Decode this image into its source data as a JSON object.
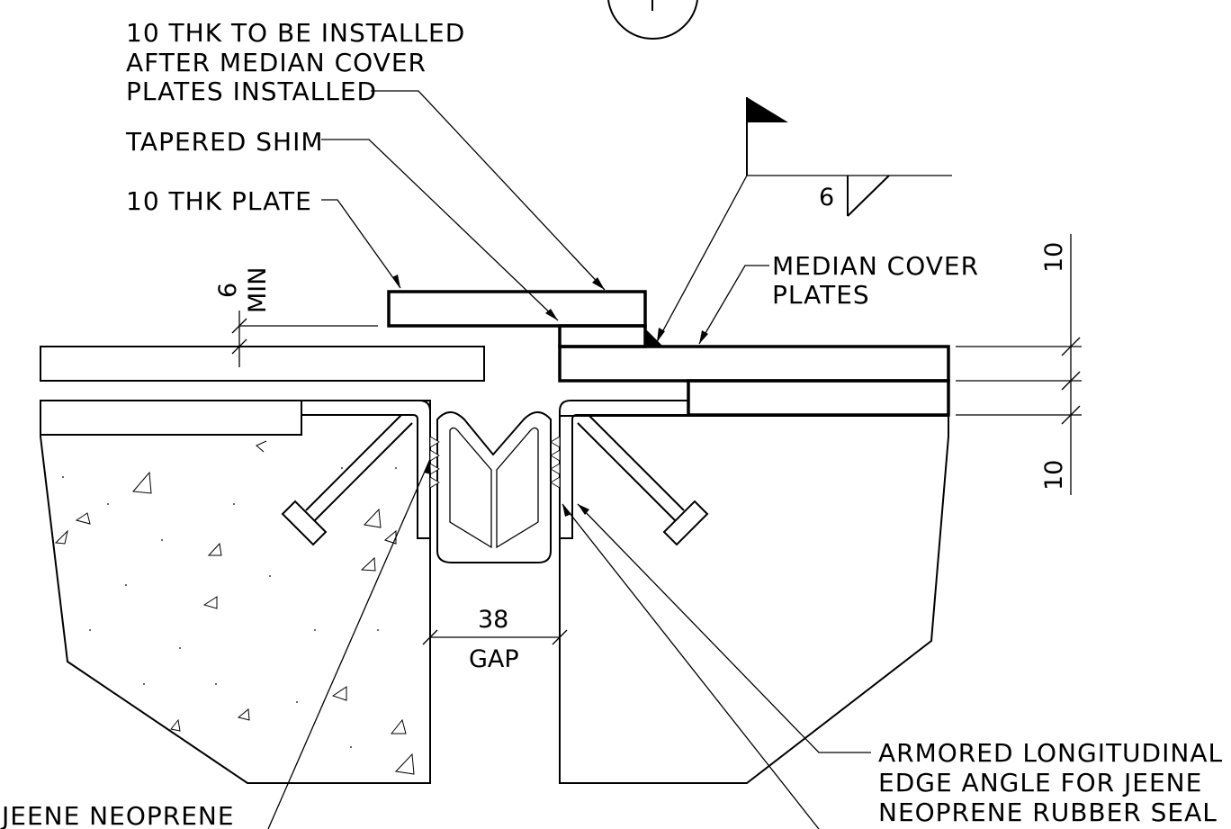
{
  "labels": {
    "note_10thk_line1": "10 THK TO BE INSTALLED",
    "note_10thk_line2": "AFTER MEDIAN COVER",
    "note_10thk_line3": "PLATES INSTALLED",
    "tapered_shim": "TAPERED SHIM",
    "plate_10thk": "10 THK PLATE",
    "median_cover_line1": "MEDIAN COVER",
    "median_cover_line2": "PLATES",
    "armored_line1": "ARMORED LONGITUDINAL",
    "armored_line2": "EDGE ANGLE FOR JEENE",
    "armored_line3": "NEOPRENE RUBBER SEAL",
    "jeene_neoprene": "JEENE NEOPRENE"
  },
  "dimensions": {
    "weld_size": "6",
    "min_clear_value": "6",
    "min_clear_label": "MIN",
    "gap_value": "38",
    "gap_label": "GAP",
    "right_top": "10",
    "right_bottom": "10"
  },
  "colors": {
    "line": "#000000",
    "hatch": "#555555",
    "shaded_concrete": "#e6e6e6",
    "background": "#ffffff"
  }
}
